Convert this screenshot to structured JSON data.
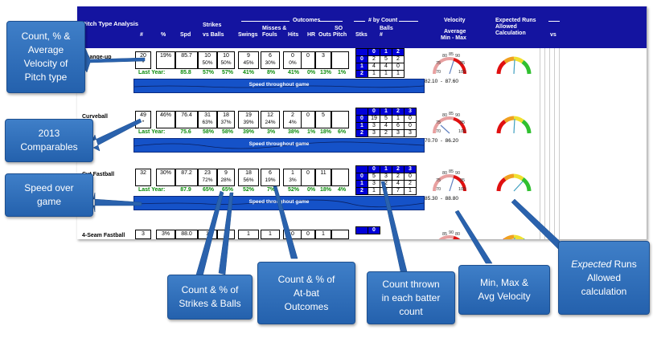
{
  "sheet": {
    "title": "Pitch  Type Analysis",
    "headers": {
      "count": "#",
      "pct": "%",
      "spd": "Spd",
      "strikes_vs_balls": [
        "Strikes",
        "vs Balls"
      ],
      "outcomes": "Outcomes",
      "swings": "Swings",
      "misses_fouls": [
        "Misses &",
        "Fouls"
      ],
      "hits": "Hits",
      "hr": "HR",
      "outs": "Outs",
      "so_pitch": [
        "SO",
        "Pitch"
      ],
      "by_count": "# by Count",
      "stks": "Stks",
      "balls": [
        "Balls",
        "#"
      ],
      "velocity": [
        "Velocity",
        "Average",
        "Min - Max"
      ],
      "expected_runs": [
        "Expected Runs",
        "Allowed",
        "Calculation"
      ],
      "vs": "vs"
    },
    "last_year_label": "Last Year:",
    "speed_label": "Speed throughout game",
    "pitches": [
      {
        "name": "Change-up",
        "count": "20",
        "star": "*",
        "pct": "19%",
        "spd": "85.7",
        "strikes": {
          "v": "10",
          "p": "50%"
        },
        "balls": {
          "v": "10",
          "p": "50%"
        },
        "swings": {
          "v": "9",
          "p": "45%"
        },
        "misses": {
          "v": "6",
          "p": "30%"
        },
        "hits": {
          "v": "0",
          "p": "0%"
        },
        "hr": "0",
        "outs": "3",
        "so": "",
        "last_year": [
          "85.8",
          "57%",
          "57%",
          "41%",
          "8%",
          "41%",
          "0%",
          "13%",
          "1%"
        ],
        "grid": {
          "head": [
            "0",
            "1",
            "2"
          ],
          "rows": [
            [
              "0",
              "2",
              "5",
              "2"
            ],
            [
              "1",
              "4",
              "4",
              "0"
            ],
            [
              "2",
              "1",
              "1",
              "1"
            ]
          ]
        },
        "vel_range": [
          "82.10",
          "87.60"
        ],
        "gauge_ticks": [
          "80",
          "85",
          "90",
          "75",
          "95",
          "70",
          "100"
        ]
      },
      {
        "name": "Curveball",
        "count": "49",
        "star": "*",
        "pct": "46%",
        "spd": "76.4",
        "strikes": {
          "v": "31",
          "p": "63%"
        },
        "balls": {
          "v": "18",
          "p": "37%"
        },
        "swings": {
          "v": "19",
          "p": "39%"
        },
        "misses": {
          "v": "12",
          "p": "24%"
        },
        "hits": {
          "v": "2",
          "p": "4%"
        },
        "hr": "0",
        "outs": "5",
        "so": "",
        "last_year": [
          "75.6",
          "58%",
          "58%",
          "39%",
          "3%",
          "38%",
          "1%",
          "18%",
          "6%"
        ],
        "grid": {
          "head": [
            "0",
            "1",
            "2",
            "3"
          ],
          "rows": [
            [
              "0",
              "19",
              "5",
              "1",
              "0"
            ],
            [
              "1",
              "3",
              "4",
              "6",
              "0"
            ],
            [
              "2",
              "3",
              "2",
              "3",
              "3"
            ]
          ]
        },
        "vel_range": [
          "70.70",
          "86.20"
        ],
        "gauge_ticks": [
          "80",
          "85",
          "90",
          "75",
          "95",
          "70",
          "100"
        ]
      },
      {
        "name": "Cut Fastball",
        "count": "32",
        "star": "",
        "pct": "30%",
        "spd": "87.2",
        "strikes": {
          "v": "23",
          "p": "72%"
        },
        "balls": {
          "v": "9",
          "p": "28%"
        },
        "swings": {
          "v": "18",
          "p": "56%"
        },
        "misses": {
          "v": "6",
          "p": "19%"
        },
        "hits": {
          "v": "1",
          "p": "3%"
        },
        "hr": "0",
        "outs": "11",
        "so": "",
        "last_year": [
          "87.9",
          "65%",
          "65%",
          "52%",
          "7%",
          "52%",
          "0%",
          "18%",
          "4%"
        ],
        "grid": {
          "head": [
            "0",
            "1",
            "2",
            "3"
          ],
          "rows": [
            [
              "0",
              "5",
              "3",
              "2",
              "0"
            ],
            [
              "1",
              "3",
              "2",
              "4",
              "2"
            ],
            [
              "2",
              "1",
              "2",
              "7",
              "1"
            ]
          ]
        },
        "vel_range": [
          "85.30",
          "88.80"
        ],
        "gauge_ticks": [
          "80",
          "85",
          "90",
          "75",
          "95",
          "70",
          "100"
        ]
      },
      {
        "name": "4-Seam Fastball",
        "count": "3",
        "star": "",
        "pct": "3%",
        "spd": "88.0",
        "strikes": {
          "v": "1",
          "p": ""
        },
        "balls": {
          "v": "",
          "p": ""
        },
        "swings": {
          "v": "1",
          "p": ""
        },
        "misses": {
          "v": "1",
          "p": ""
        },
        "hits": {
          "v": "0",
          "p": ""
        },
        "hr": "0",
        "outs": "1",
        "so": "",
        "last_year": [],
        "grid": {
          "head": [
            "0"
          ],
          "rows": []
        },
        "vel_range": [
          "",
          ""
        ],
        "gauge_ticks": [
          "85",
          "90",
          "80"
        ]
      }
    ]
  },
  "callouts": {
    "count_pct": "Count, % &\nAverage\nVelocity of\nPitch type",
    "comparables": "2013\nComparables",
    "speed_over": "Speed over\ngame",
    "strikes_balls": "Count & % of\nStrikes & Balls",
    "atbat": "Count & % of\nAt-bat\nOutcomes",
    "count_thrown": "Count thrown\nin each batter\ncount",
    "min_max": "Min, Max &\nAvg Velocity",
    "expected_pre": "Expected",
    "expected_rest": " Runs\nAllowed\ncalculation"
  },
  "colors": {
    "header": "#1414a0",
    "callout": "#2e6cb8",
    "last_year": "#0a8a0a",
    "grid_head": "#0000d8"
  }
}
